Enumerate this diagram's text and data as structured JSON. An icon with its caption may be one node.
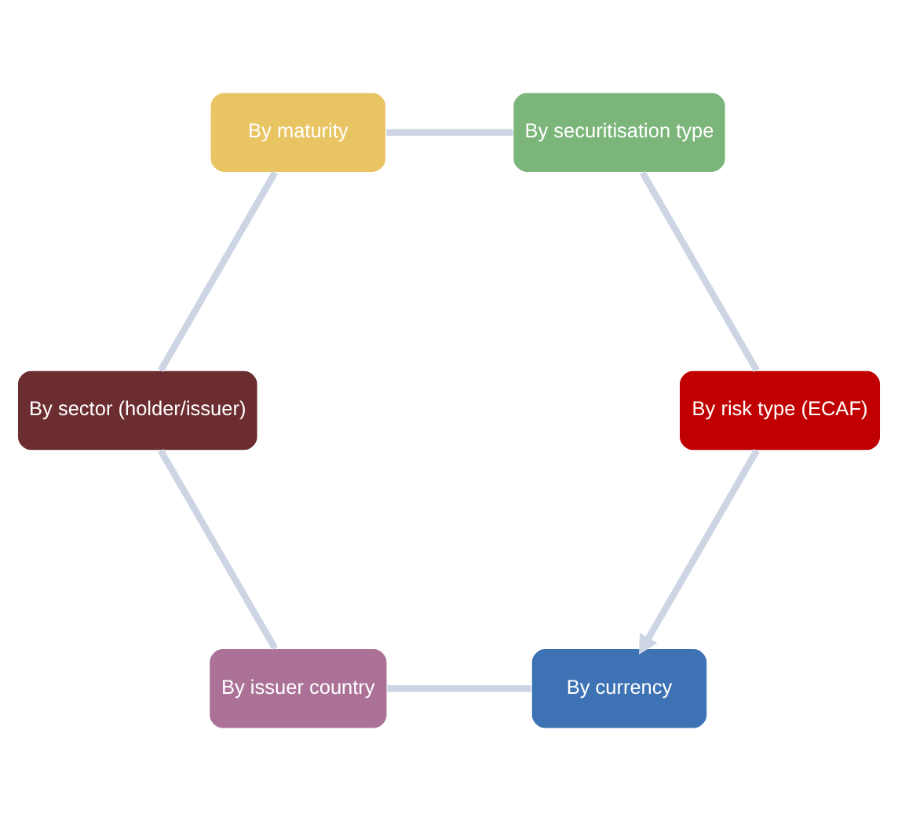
{
  "diagram": {
    "nodes": [
      {
        "text": [
          "By currency"
        ]
      },
      {
        "text": [
          "By issuer country"
        ]
      },
      {
        "text": [
          "By sector (holder/issuer)"
        ]
      },
      {
        "text": [
          "By maturity"
        ]
      },
      {
        "text": [
          "By securitisation type"
        ]
      },
      {
        "text": [
          "By risk type (ECAF)"
        ]
      }
    ],
    "edges": [
      {
        "from": 0,
        "to": 1,
        "arrow": "none"
      },
      {
        "from": 1,
        "to": 2,
        "arrow": "none"
      },
      {
        "from": 2,
        "to": 3,
        "arrow": "none"
      },
      {
        "from": 3,
        "to": 4,
        "arrow": "none"
      },
      {
        "from": 4,
        "to": 5,
        "arrow": "none"
      },
      {
        "from": 5,
        "to": 0,
        "arrow": "to"
      }
    ]
  }
}
